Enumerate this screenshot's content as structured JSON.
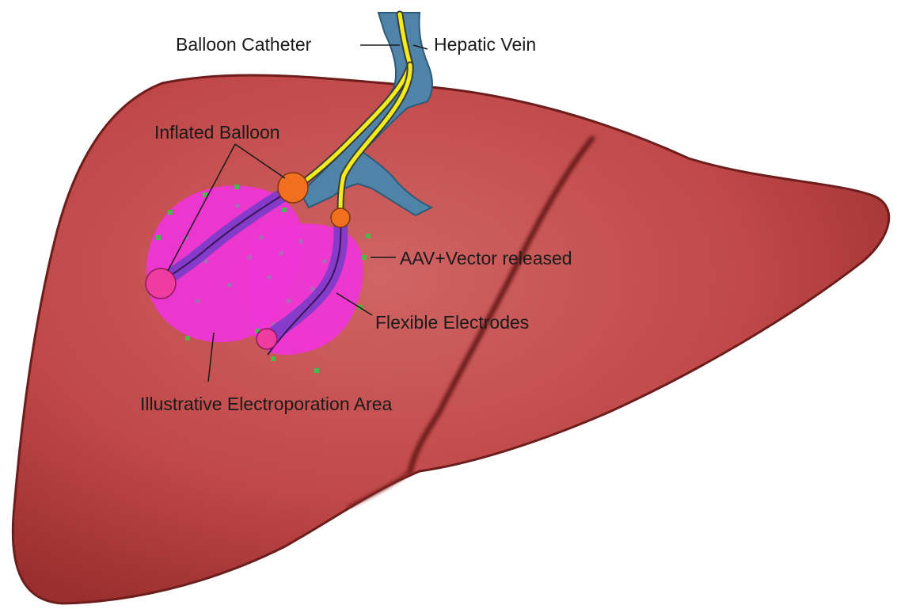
{
  "labels": {
    "balloon_catheter": "Balloon Catheter",
    "hepatic_vein": "Hepatic Vein",
    "inflated_balloon": "Inflated Balloon",
    "aav_vector": "AAV+Vector released",
    "flexible_electrodes": "Flexible Electrodes",
    "electroporation_area": "Illustrative Electroporation Area"
  },
  "colors": {
    "liver": "#c24a4a",
    "liver_edge": "#6e1d1d",
    "vein": "#4f84a8",
    "catheter": "#f2ec1c",
    "balloon": "#f07020",
    "electroporation": "#ee36d6",
    "electrode": "#7a3cc8",
    "electrode_tip": "#f03ca0",
    "particles": "#4cb84c"
  }
}
